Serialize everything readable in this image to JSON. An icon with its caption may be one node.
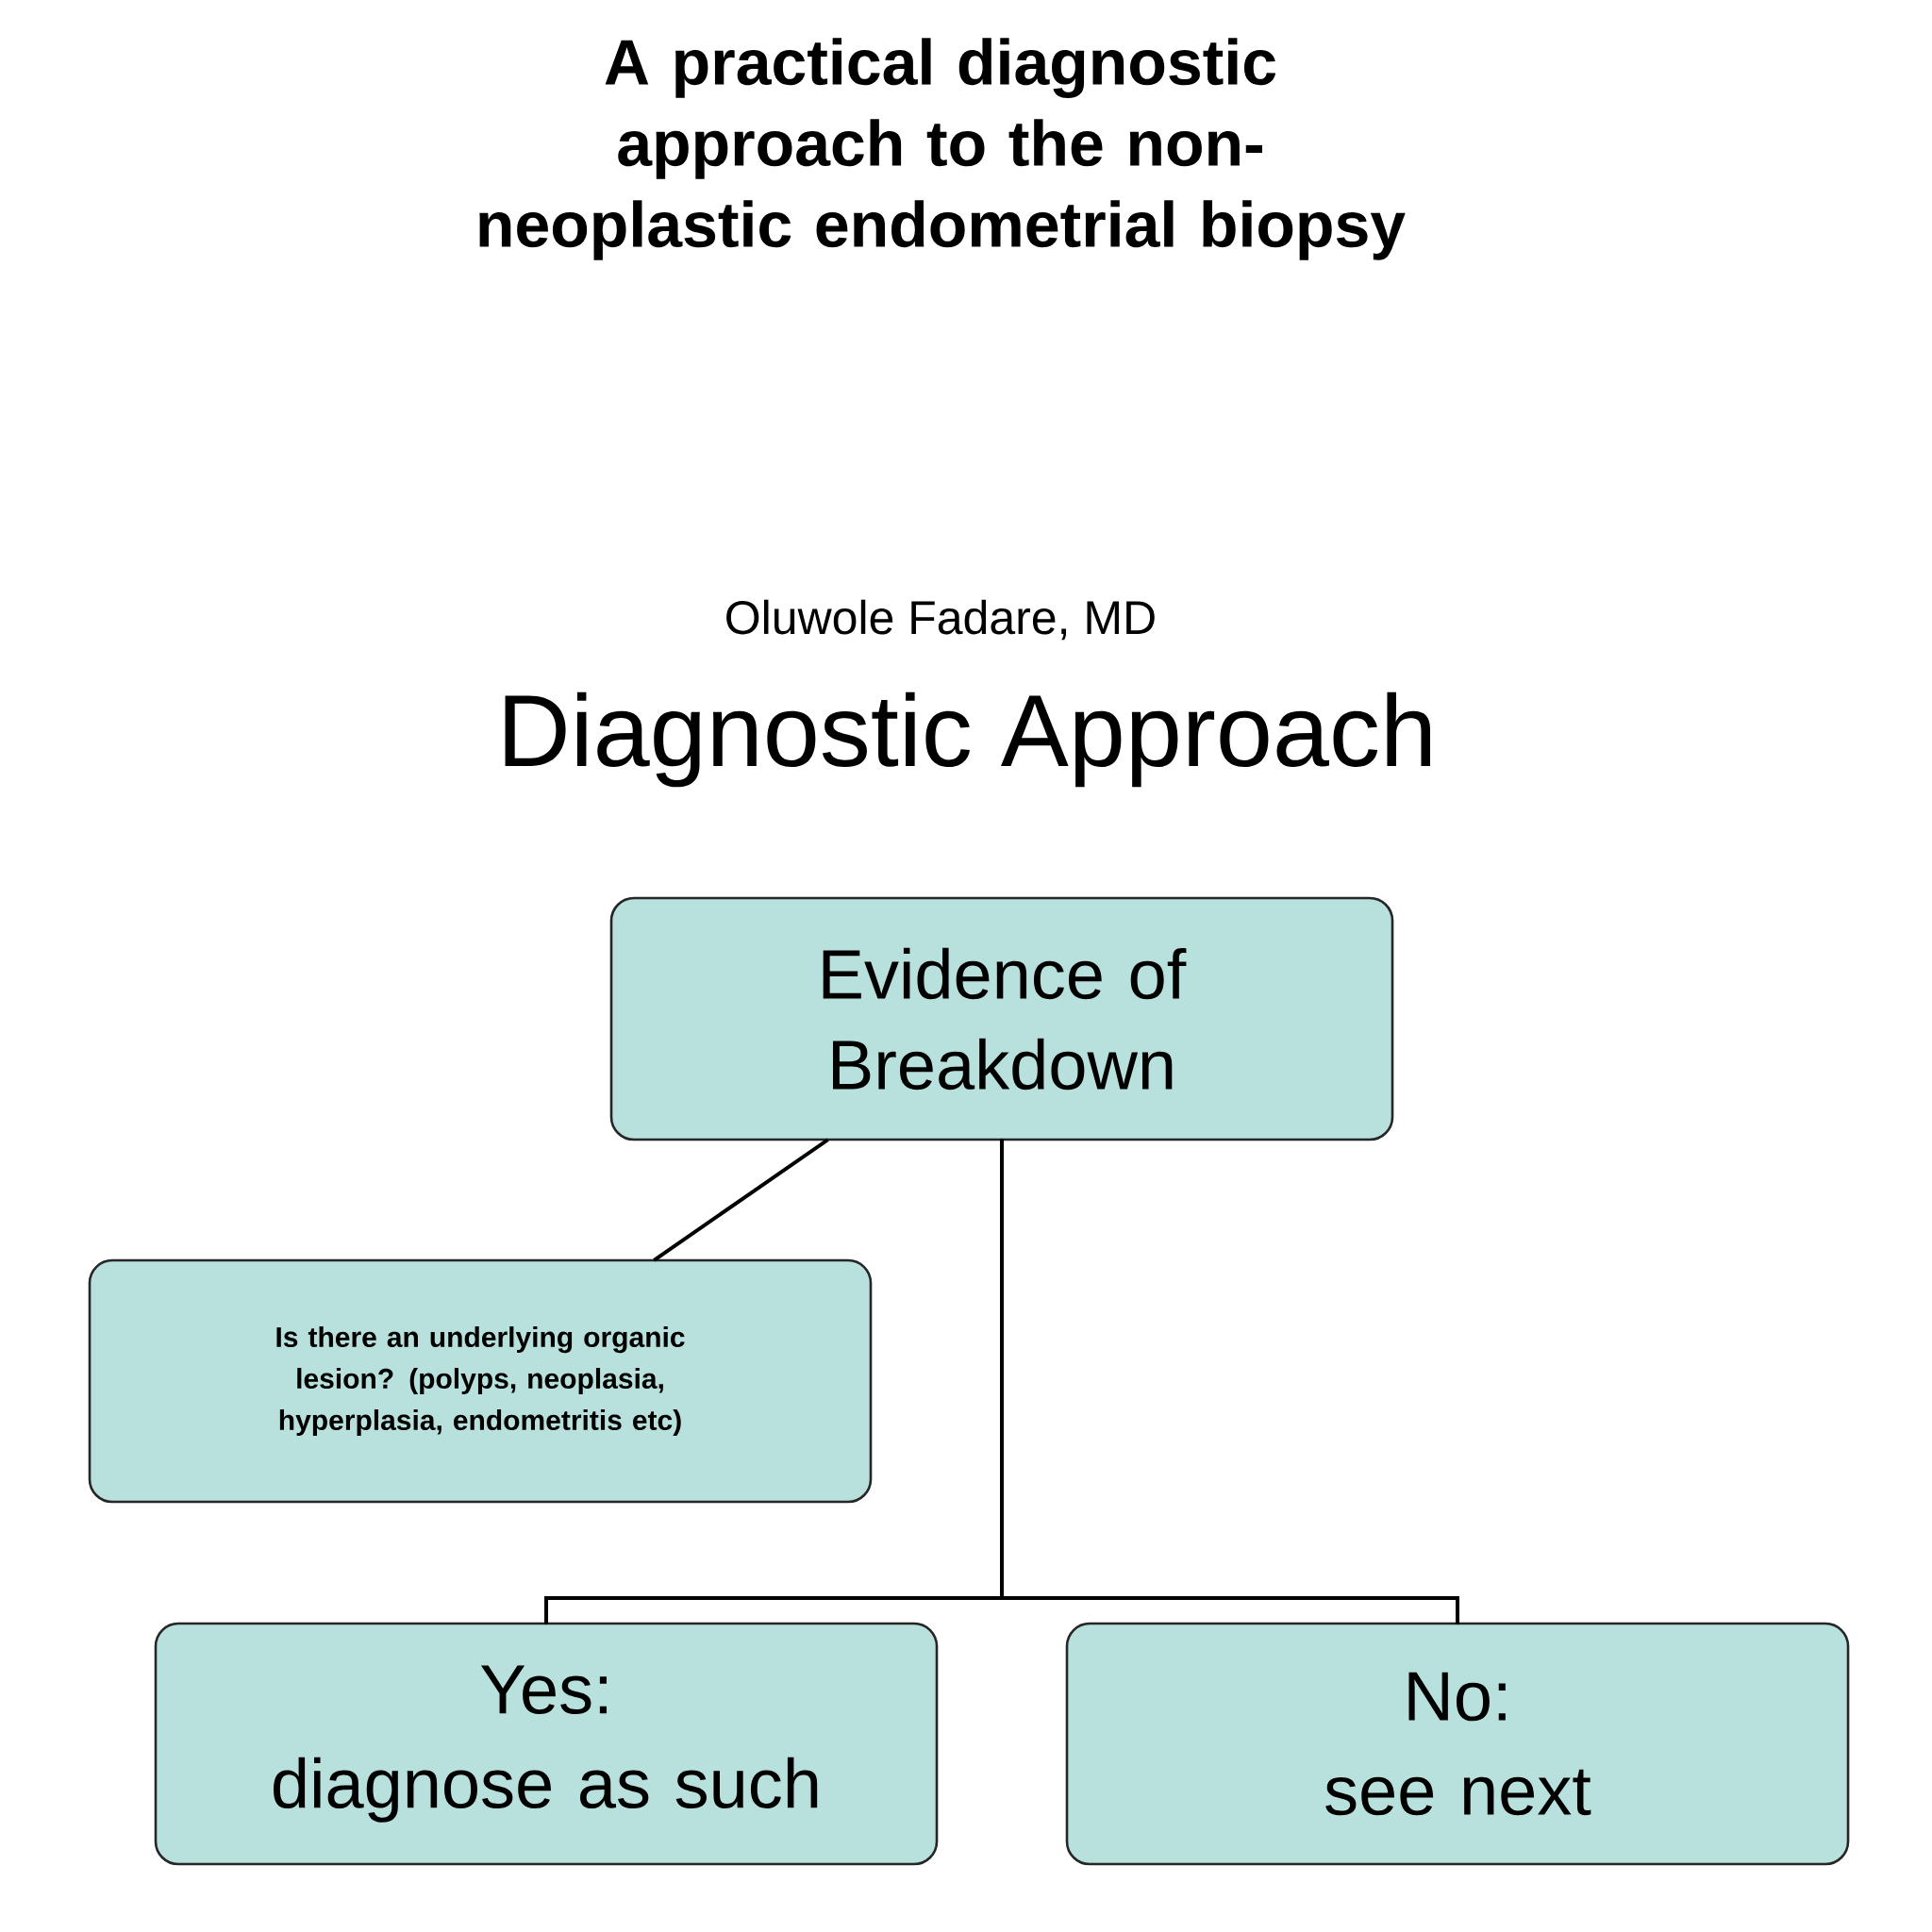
{
  "diagram": {
    "title": "A practical diagnostic approach to the non-neoplastic endometrial biopsy",
    "nodes": [
      {
        "text": [
          "Evidence of Breakdown"
        ]
      },
      {
        "text": [
          "Is there an underlying organic lesion? (polyps, neoplasia, hyperplasia, endometritis etc)"
        ]
      },
      {
        "text": [
          "Yes:",
          "diagnose as such"
        ]
      },
      {
        "text": [
          "No:",
          "see next"
        ]
      }
    ],
    "edges": [
      {
        "from": 0,
        "to": 1,
        "arrow": "none"
      },
      {
        "from": 0,
        "to": 2,
        "arrow": "none"
      },
      {
        "from": 0,
        "to": 3,
        "arrow": "none"
      }
    ],
    "labels": [
      "Oluwole Fadare, MD",
      "Diagnostic Approach"
    ]
  }
}
